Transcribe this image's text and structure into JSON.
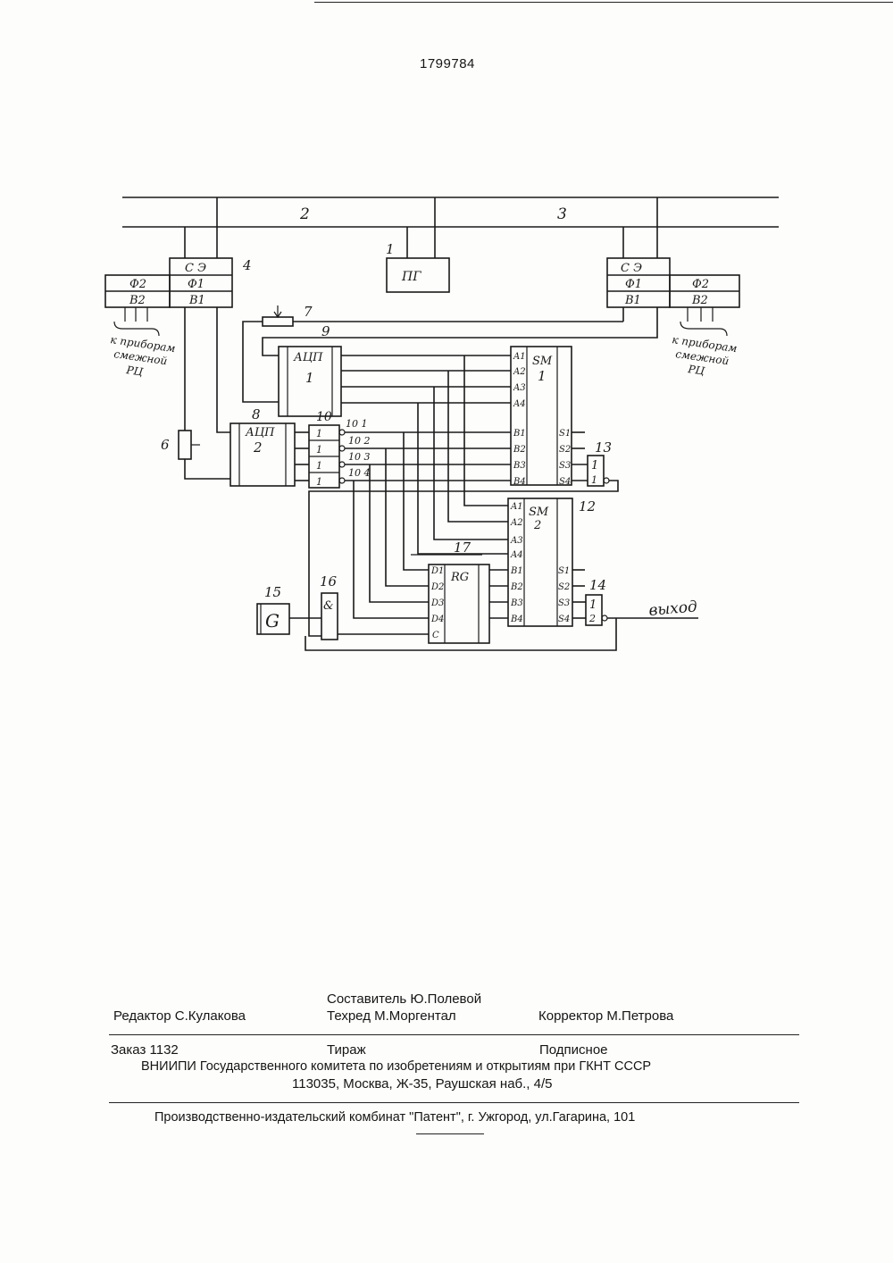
{
  "header": {
    "patent_number": "1799784"
  },
  "diagram": {
    "rails": {
      "rail_2": "2",
      "rail_3": "3"
    },
    "track_device_left": {
      "ref": "4",
      "cell_se": "С Э",
      "cell_f1": "Ф1",
      "cell_v1": "В1",
      "cell_f2": "Ф2",
      "cell_v2": "В2",
      "note": [
        "к приборам",
        "смежной",
        "РЦ"
      ]
    },
    "track_device_right": {
      "cell_se": "С Э",
      "cell_f1": "Ф1",
      "cell_v1": "В1",
      "cell_f2": "Ф2",
      "cell_v2": "В2",
      "note": [
        "к приборам",
        "смежной",
        "РЦ"
      ]
    },
    "generator": {
      "ref": "1",
      "label": "ПГ"
    },
    "resistor_6": {
      "ref": "6"
    },
    "resistor_7": {
      "ref": "7"
    },
    "adc_1": {
      "ref": "9",
      "label": "АЦП",
      "num": "1"
    },
    "adc_2": {
      "ref": "8",
      "label": "АЦП",
      "num": "2"
    },
    "inverters": {
      "ref": "10",
      "cells": [
        "1",
        "1",
        "1",
        "1"
      ],
      "outputs": [
        "10 1",
        "10 2",
        "10 3",
        "10 4"
      ]
    },
    "sm1": {
      "label": "SM",
      "num": "1",
      "in_a": [
        "A1",
        "A2",
        "A3",
        "A4"
      ],
      "in_b": [
        "B1",
        "B2",
        "B3",
        "B4"
      ],
      "out_s": [
        "S1",
        "S2",
        "S3",
        "S4"
      ]
    },
    "sm2": {
      "ref": "12",
      "label": "SM",
      "num": "2",
      "in_a": [
        "A1",
        "A2",
        "A3",
        "A4"
      ],
      "in_b": [
        "B1",
        "B2",
        "B3",
        "B4"
      ],
      "out_s": [
        "S1",
        "S2",
        "S3",
        "S4"
      ]
    },
    "or_13": {
      "ref": "13",
      "label": "1",
      "in": "1"
    },
    "or_14": {
      "ref": "14",
      "label": "1",
      "in": "2"
    },
    "register": {
      "ref": "17",
      "label": "RG",
      "inputs": [
        "D1",
        "D2",
        "D3",
        "D4",
        "C"
      ]
    },
    "clock_gen": {
      "ref": "15",
      "label": "G"
    },
    "and_gate": {
      "ref": "16",
      "label": "&"
    },
    "output_label": "выход"
  },
  "imprint": {
    "compiler": "Составитель Ю.Полевой",
    "editor": "Редактор С.Кулакова",
    "techred": "Техред М.Моргентал",
    "corrector": "Корректор М.Петрова",
    "order": "Заказ 1132",
    "circulation": "Тираж",
    "subscription": "Подписное",
    "institution": "ВНИИПИ Государственного комитета по изобретениям и открытиям при ГКНТ СССР",
    "address": "113035, Москва, Ж-35, Раушская наб., 4/5",
    "publisher": "Производственно-издательский комбинат \"Патент\", г. Ужгород, ул.Гагарина, 101"
  }
}
